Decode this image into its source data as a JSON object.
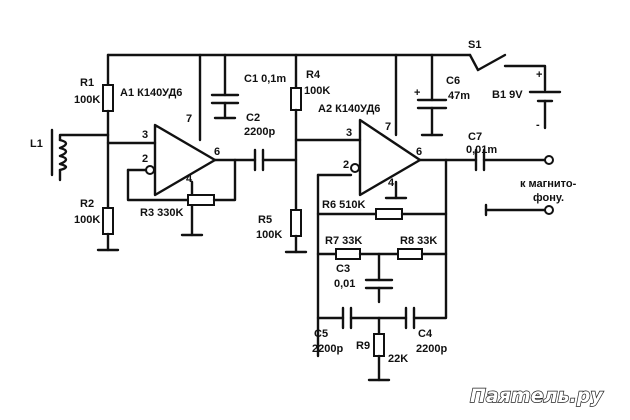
{
  "labels": {
    "l1": "L1",
    "r1_name": "R1",
    "r1_val": "100K",
    "r2_name": "R2",
    "r2_val": "100K",
    "r3": "R3 330K",
    "a1": "A1 К140УД6",
    "c1": "C1 0,1m",
    "c2_name": "C2",
    "c2_val": "2200p",
    "r4_name": "R4",
    "r4_val": "100K",
    "r5_name": "R5",
    "r5_val": "100K",
    "a2": "A2 К140УД6",
    "c6_name": "C6",
    "c6_val": "47m",
    "s1": "S1",
    "b1": "B1 9V",
    "c7_name": "C7",
    "c7_val": "0,01m",
    "output": "к магнито-\nфону.",
    "r6": "R6 510K",
    "r7": "R7 33K",
    "r8": "R8 33K",
    "c3_name": "C3",
    "c3_val": "0,01",
    "c5_name": "C5",
    "c5_val": "2200p",
    "c4_name": "C4",
    "c4_val": "2200p",
    "r9_name": "R9",
    "r9_val": "22K"
  },
  "pins": {
    "a1_in_plus": "3",
    "a1_in_minus": "2",
    "a1_out": "6",
    "a1_vcc": "7",
    "a1_gnd": "4",
    "a2_in_plus": "3",
    "a2_in_minus": "2",
    "a2_out": "6",
    "a2_vcc": "7",
    "a2_gnd": "4"
  },
  "battery_signs": {
    "plus": "+",
    "minus": "-",
    "c6_plus": "+"
  },
  "watermark": "Паяmель.ру"
}
